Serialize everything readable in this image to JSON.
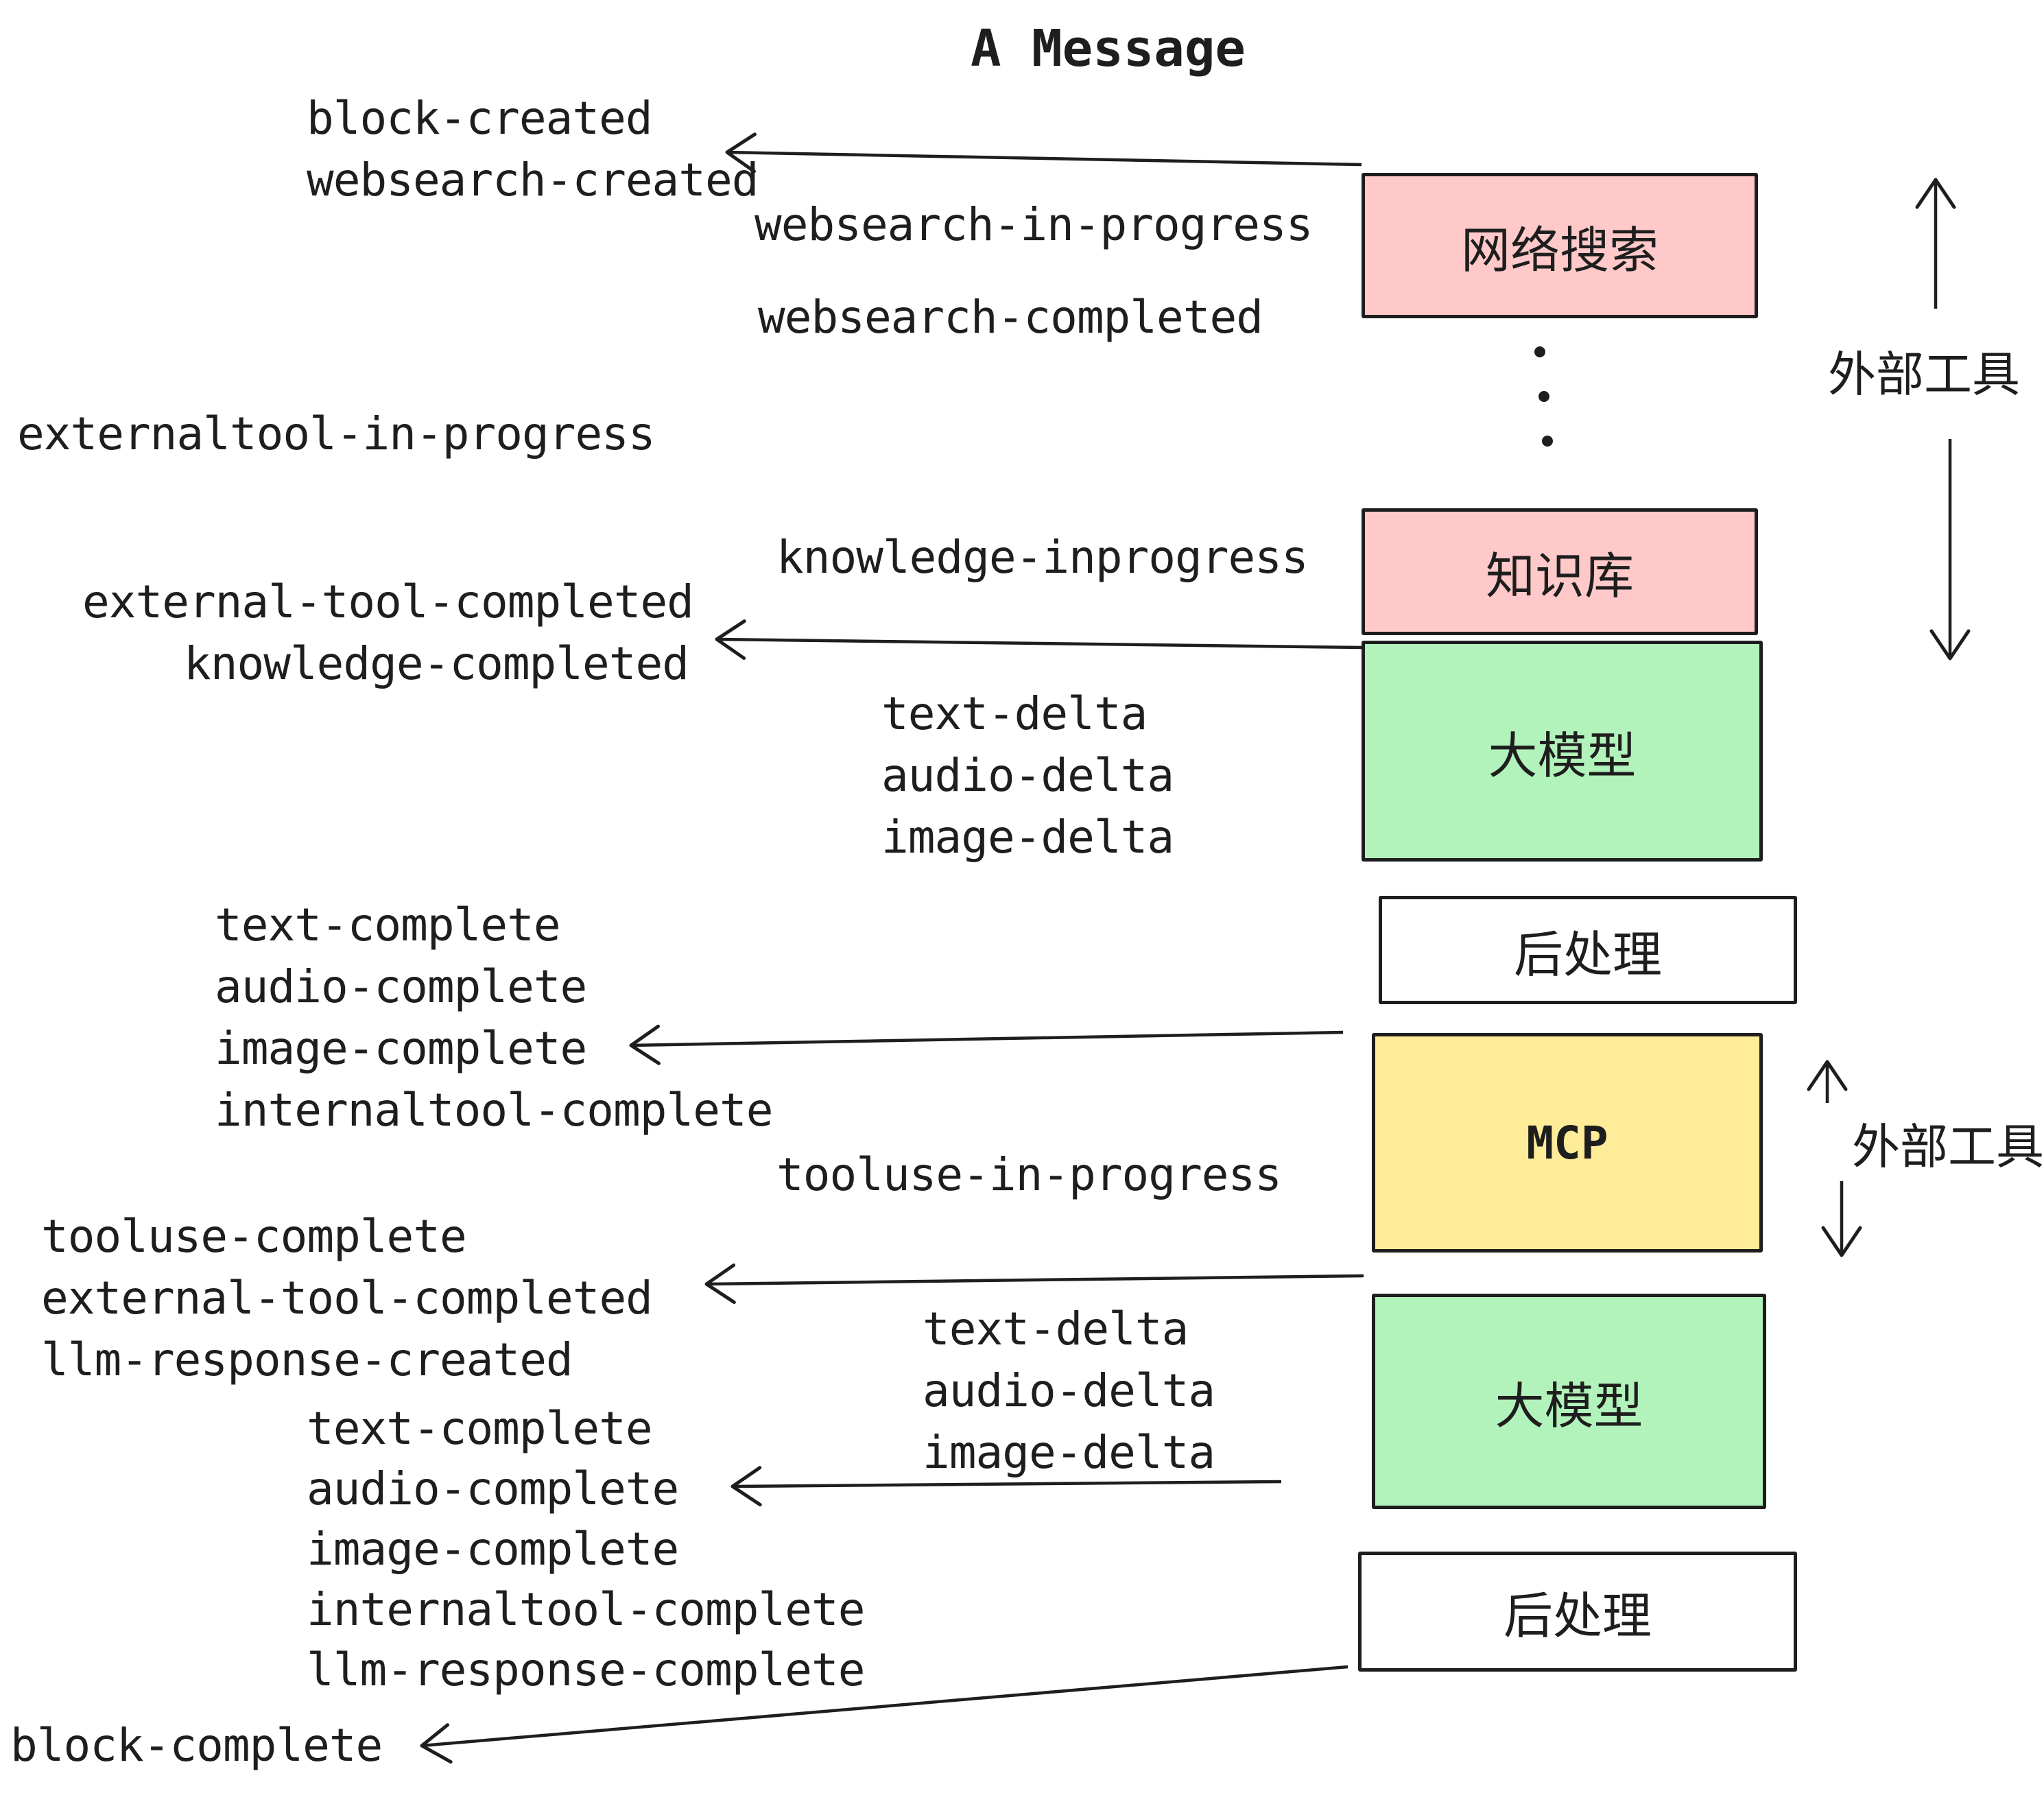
{
  "title": "A Message",
  "colors": {
    "ink": "#1e1e1e",
    "pink": "#ffc9c9",
    "green": "#b2f2bb",
    "yellow": "#ffec99",
    "white": "#ffffff"
  },
  "nodes": [
    {
      "id": "websearch",
      "label": "网络搜索",
      "color": "#ffc9c9"
    },
    {
      "id": "knowledge",
      "label": "知识库",
      "color": "#ffc9c9"
    },
    {
      "id": "llm-1",
      "label": "大模型",
      "color": "#b2f2bb"
    },
    {
      "id": "postprocess-1",
      "label": "后处理",
      "color": "#ffffff"
    },
    {
      "id": "mcp",
      "label": "MCP",
      "color": "#ffec99"
    },
    {
      "id": "llm-2",
      "label": "大模型",
      "color": "#b2f2bb"
    },
    {
      "id": "postprocess-2",
      "label": "后处理",
      "color": "#ffffff"
    }
  ],
  "side_labels": {
    "top": "外部工具",
    "bottom": "外部工具"
  },
  "left_events": [
    "block-created",
    "websearch-created",
    "externaltool-in-progress",
    "external-tool-completed",
    "knowledge-completed",
    "text-complete",
    "audio-complete",
    "image-complete",
    "internaltool-complete",
    "tooluse-complete",
    "external-tool-completed",
    "llm-response-created",
    "text-complete",
    "audio-complete",
    "image-complete",
    "internaltool-complete",
    "llm-response-complete",
    "block-complete"
  ],
  "mid_events": [
    "websearch-in-progress",
    "websearch-completed",
    "knowledge-inprogress",
    "text-delta",
    "audio-delta",
    "image-delta",
    "tooluse-in-progress",
    "text-delta",
    "audio-delta",
    "image-delta"
  ]
}
